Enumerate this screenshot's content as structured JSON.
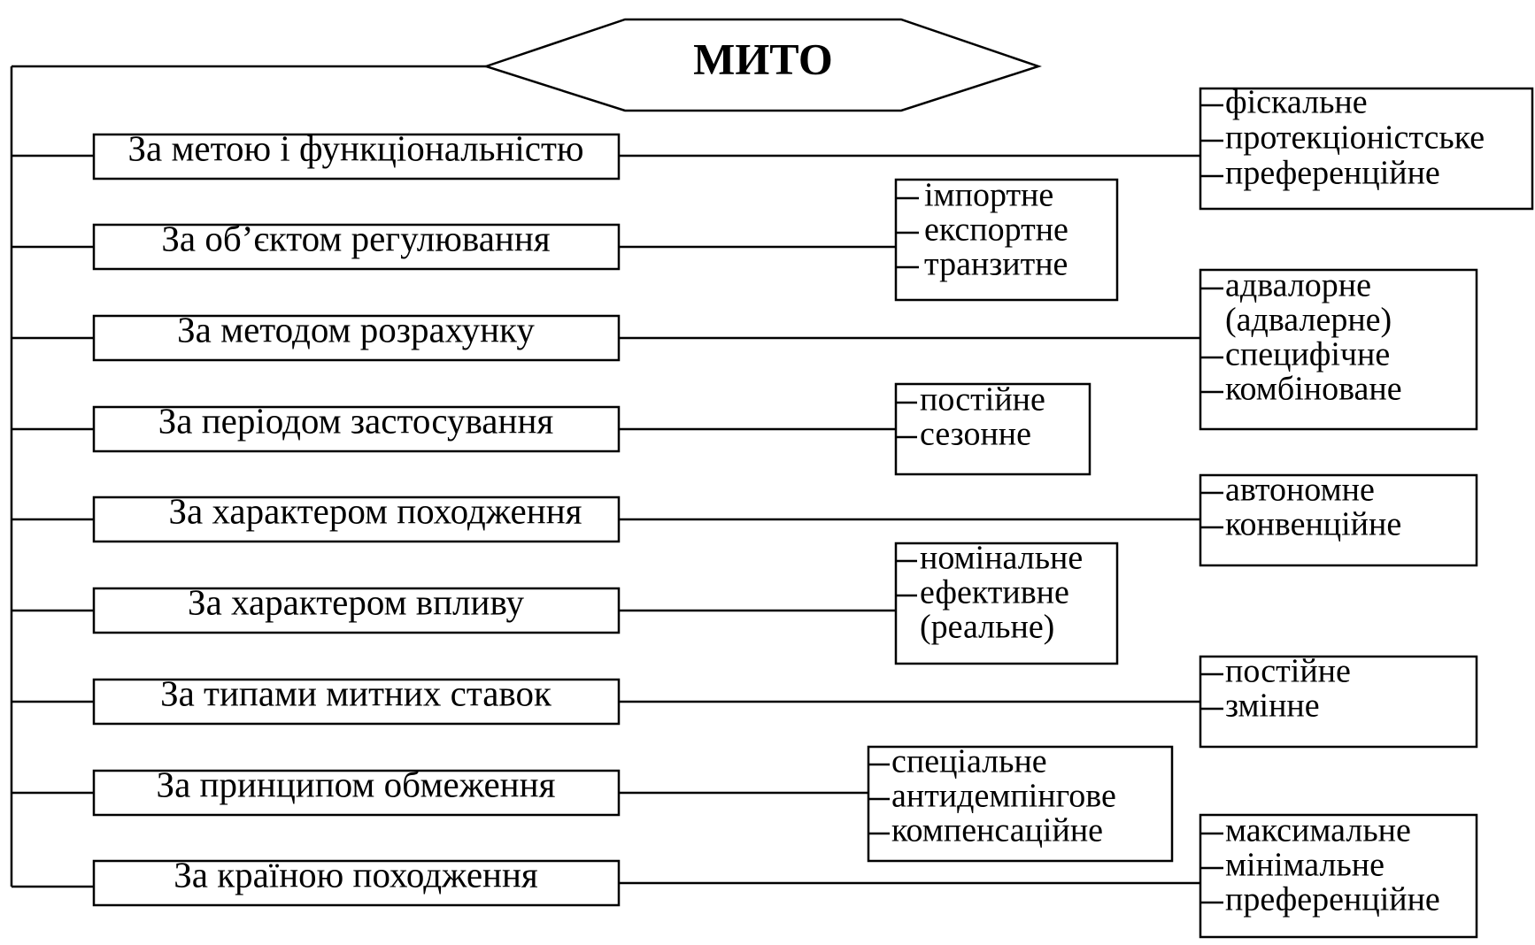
{
  "title": "МИТО",
  "criteria": [
    {
      "label": "За метою і функціональністю",
      "options": [
        "фіскальне",
        "протекціоністське",
        "преференційне"
      ]
    },
    {
      "label": "За об’єктом регулювання",
      "options": [
        "імпортне",
        "експортне",
        "транзитне"
      ]
    },
    {
      "label": "За методом розрахунку",
      "options": [
        "адвалорне",
        "(адвалерне)",
        "специфічне",
        "комбіноване"
      ]
    },
    {
      "label": "За періодом застосування",
      "options": [
        "постійне",
        "сезонне"
      ]
    },
    {
      "label": "За характером походження",
      "options": [
        "автономне",
        "конвенційне"
      ]
    },
    {
      "label": "За характером впливу",
      "options": [
        "номінальне",
        "ефективне",
        "(реальне)"
      ]
    },
    {
      "label": "За типами митних ставок",
      "options": [
        "постійне",
        "змінне"
      ]
    },
    {
      "label": "За принципом обмеження",
      "options": [
        "спеціальне",
        "антидемпінгове",
        "компенсаційне"
      ]
    },
    {
      "label": "За країною походження",
      "options": [
        "максимальне",
        "мінімальне",
        "преференційне"
      ]
    }
  ]
}
